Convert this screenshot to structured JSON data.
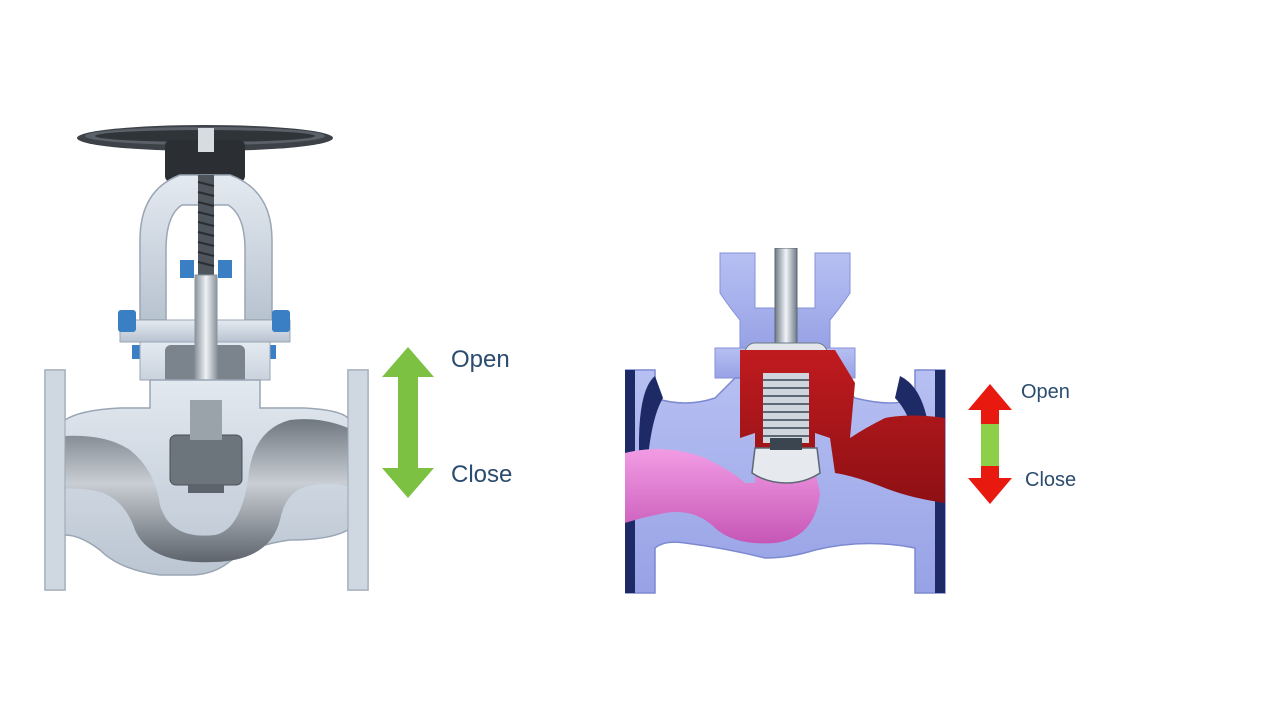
{
  "left_valve": {
    "open_label": "Open",
    "close_label": "Close",
    "arrow_color": "#7cc142"
  },
  "right_valve": {
    "open_label": "Open",
    "close_label": "Close",
    "arrow_up_color": "#e8190f",
    "arrow_mid_color": "#8ccf48",
    "arrow_down_color": "#e8190f"
  },
  "colors": {
    "label_text": "#2b4c6f",
    "body_light": "#c9d4e2",
    "body_dark": "#7d8794",
    "blue_body": "#a9b4f0",
    "navy": "#1e2a66",
    "fluid_red": "#b3151a",
    "fluid_pink": "#e07ad0",
    "seal_blue": "#3a7fc4"
  }
}
